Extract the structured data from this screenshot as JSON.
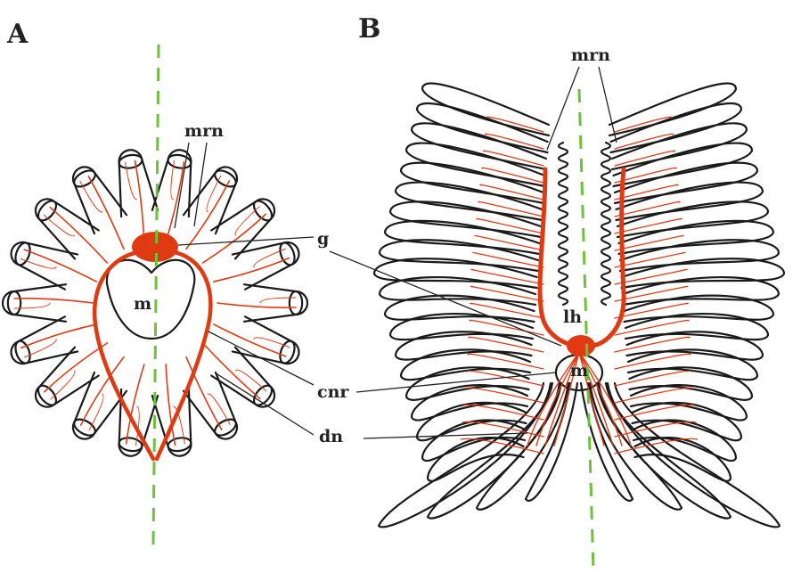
{
  "panels": {
    "a": {
      "letter": "A",
      "labels": {
        "mrn": "mrn",
        "g": "g",
        "m": "m"
      }
    },
    "b": {
      "letter": "B",
      "labels": {
        "mrn": "mrn",
        "lh": "lh",
        "m": "m"
      }
    }
  },
  "shared_labels": {
    "g": "g",
    "cnr": "cnr",
    "dn": "dn"
  },
  "colors": {
    "nerve": "#e03a12",
    "axis": "#6cc23a",
    "outline": "#1a1a1a"
  }
}
